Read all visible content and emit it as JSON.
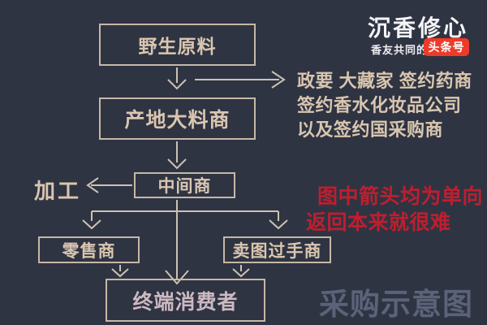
{
  "colors": {
    "background": "#2f3443",
    "box_border": "#c6b8a6",
    "box_text": "#d9c6af",
    "consumer_text": "#cdb9c1",
    "line": "#ccc2b3",
    "note_red": "#bf1e2e",
    "watermark_gray": "#5a6378",
    "logo_white": "#f4f4f6",
    "badge_red": "#ee3a28"
  },
  "logo": {
    "title": "沉香修心",
    "subtitle": "香友共同的",
    "badge": "头条号"
  },
  "flowchart": {
    "nodes": [
      {
        "label": "野生原料"
      },
      {
        "label": "产地大料商"
      },
      {
        "label": "中间商"
      },
      {
        "label": "零售商"
      },
      {
        "label": "卖图过手商"
      },
      {
        "label": "终端消费者"
      }
    ],
    "process_label": "加工",
    "edges": [
      {
        "from": "野生原料",
        "to": "产地大料商"
      },
      {
        "from": "野生原料",
        "to": "政要 大藏家 签约药商 签约香水化妆品公司 以及签约国采购商"
      },
      {
        "from": "产地大料商",
        "to": "中间商"
      },
      {
        "from": "中间商",
        "to": "加工"
      },
      {
        "from": "中间商",
        "to": "零售商"
      },
      {
        "from": "中间商",
        "to": "卖图过手商"
      },
      {
        "from": "中间商",
        "to": "终端消费者"
      },
      {
        "from": "零售商",
        "to": "终端消费者"
      },
      {
        "from": "卖图过手商",
        "to": "终端消费者"
      }
    ]
  },
  "annotations": {
    "buyers_line1": "政要 大藏家 签约药商",
    "buyers_line2": "签约香水化妆品公司",
    "buyers_line3": "以及签约国采购商",
    "note_line1": "图中箭头均为单向",
    "note_line2": "返回本来就很难",
    "watermark": "采购示意图"
  }
}
